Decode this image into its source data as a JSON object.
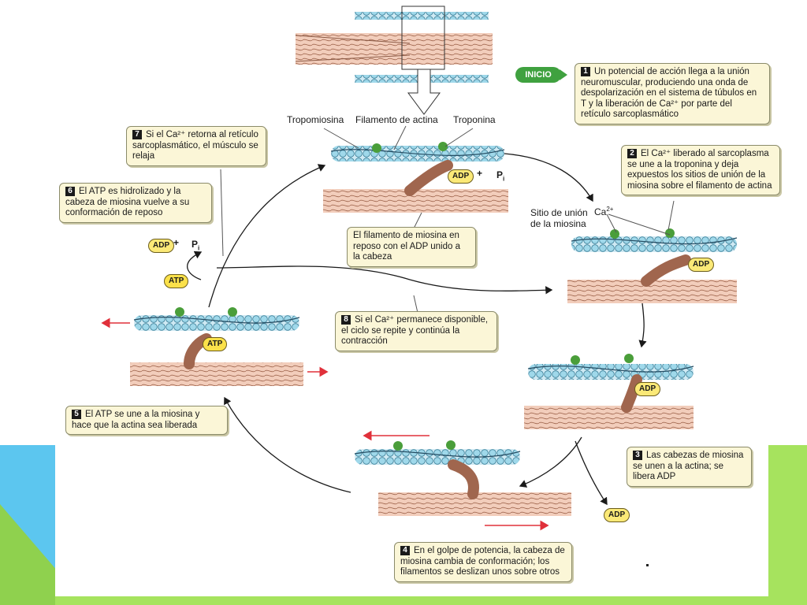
{
  "diagram": {
    "start_label": "INICIO",
    "labels": {
      "tropomyosin": "Tropomiosina",
      "actin_filament": "Filamento de actina",
      "troponin": "Troponina",
      "binding_site_line1": "Sitio de unión",
      "binding_site_line2": "de la miosina",
      "calcium": "Ca",
      "calcium_charge": "2+"
    },
    "molecules": {
      "adp": "ADP",
      "atp": "ATP",
      "plus": "+",
      "pi": "P",
      "pi_sub": "i"
    },
    "steps": [
      {
        "num": "1",
        "text": "Un potencial de acción llega a la unión neuromuscular, produciendo una onda de despolarización en el sistema de túbulos en T y la liberación de Ca²⁺ por parte del retículo sarcoplasmático"
      },
      {
        "num": "2",
        "text": "El Ca²⁺ liberado al sarcoplasma se une a la troponina y deja expuestos los sitios de unión de la miosina sobre el filamento de actina"
      },
      {
        "num": "3",
        "text": "Las cabezas de miosina se unen a la actina; se libera ADP"
      },
      {
        "num": "4",
        "text": "En el golpe de potencia, la cabeza de miosina cambia de conformación; los filamentos se deslizan unos sobre otros"
      },
      {
        "num": "5",
        "text": "El ATP se une a la miosina y hace que la actina sea liberada"
      },
      {
        "num": "6",
        "text": "El ATP es hidrolizado y la cabeza de miosina vuelve a su conformación de reposo"
      },
      {
        "num": "7",
        "text": "Si el Ca²⁺ retorna al retículo sarcoplasmático, el músculo se relaja"
      },
      {
        "num": "8",
        "text": "Si el Ca²⁺ permanece disponible, el ciclo se repite y continúa la contracción"
      }
    ],
    "resting_caption": "El filamento de miosina en reposo con el ADP unido a la cabeza"
  }
}
